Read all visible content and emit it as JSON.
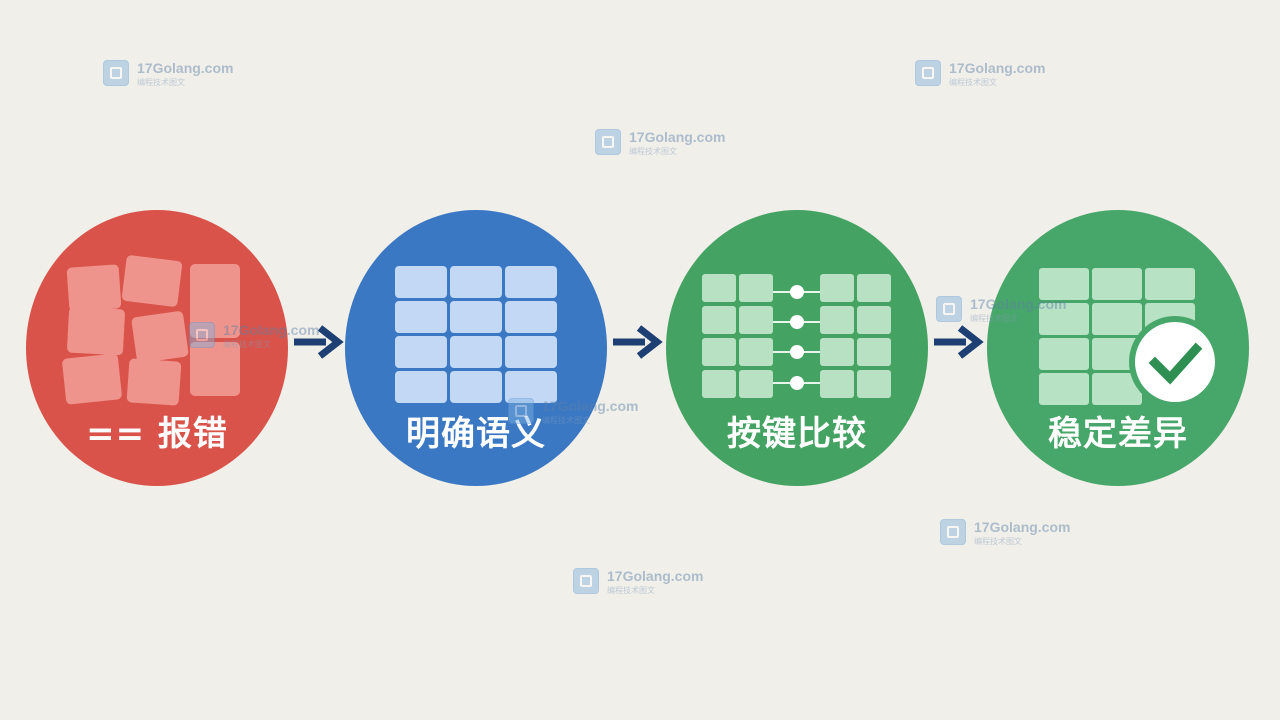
{
  "steps": [
    {
      "label": "== 报错",
      "color": "#d9534a",
      "tile_color": "#f19c94"
    },
    {
      "label": "明确语义",
      "color": "#3b78c4",
      "tile_color": "#c3d8f5"
    },
    {
      "label": "按键比较",
      "color": "#44a362",
      "tile_color": "#b8e1c3"
    },
    {
      "label": "稳定差异",
      "color": "#47a669",
      "tile_color": "#b7e2c3"
    }
  ],
  "arrow_color": "#1e3f73",
  "check_color": "#2f8f52",
  "watermark": {
    "text": "17Golang.com",
    "subtext": "编程技术图文"
  }
}
